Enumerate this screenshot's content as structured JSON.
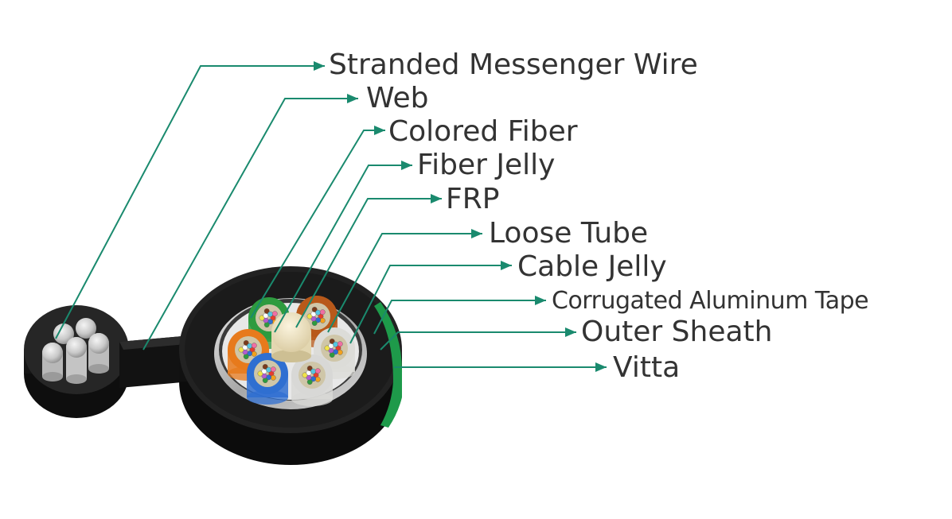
{
  "diagram": {
    "leader_color": "#1a8a6e",
    "sheath_color": "#1a1a1a",
    "vitta_color": "#1e9a4a",
    "labels": [
      {
        "id": "stranded-messenger-wire",
        "text": "Stranded Messenger Wire"
      },
      {
        "id": "web",
        "text": "Web"
      },
      {
        "id": "colored-fiber",
        "text": "Colored Fiber"
      },
      {
        "id": "fiber-jelly",
        "text": "Fiber Jelly"
      },
      {
        "id": "frp",
        "text": "FRP"
      },
      {
        "id": "loose-tube",
        "text": "Loose Tube"
      },
      {
        "id": "cable-jelly",
        "text": "Cable Jelly"
      },
      {
        "id": "corrugated-aluminum-tape",
        "text": "Corrugated Aluminum Tape"
      },
      {
        "id": "outer-sheath",
        "text": "Outer Sheath"
      },
      {
        "id": "vitta",
        "text": "Vitta"
      }
    ],
    "loose_tube_colors": [
      "#2e9b3f",
      "#b8591a",
      "#e77a1c",
      "#dcdcd8",
      "#2f6fd1",
      "#d8d8d6"
    ]
  }
}
